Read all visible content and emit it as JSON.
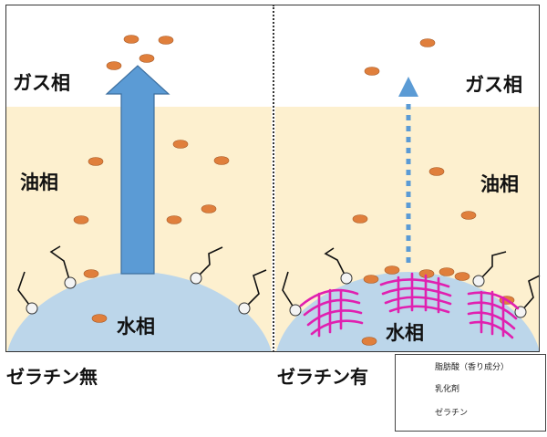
{
  "labels": {
    "gas_left": "ガス相",
    "oil_left": "油相",
    "water_left": "水相",
    "gas_right": "ガス相",
    "oil_right": "油相",
    "water_right": "水相"
  },
  "captions": {
    "without_gelatin": "ゼラチン無",
    "with_gelatin": "ゼラチン有"
  },
  "legend": {
    "fatty_acid": "脂肪酸（香り成分）",
    "emulsifier": "乳化剤",
    "gelatin": "ゼラチン"
  },
  "colors": {
    "gas_phase": "#ffffff",
    "oil_phase": "#fdf0cf",
    "water_phase": "#bcd6ea",
    "fatty_acid": "#e07f3c",
    "arrow": "#5b9bd5",
    "gelatin": "#e020b0"
  }
}
